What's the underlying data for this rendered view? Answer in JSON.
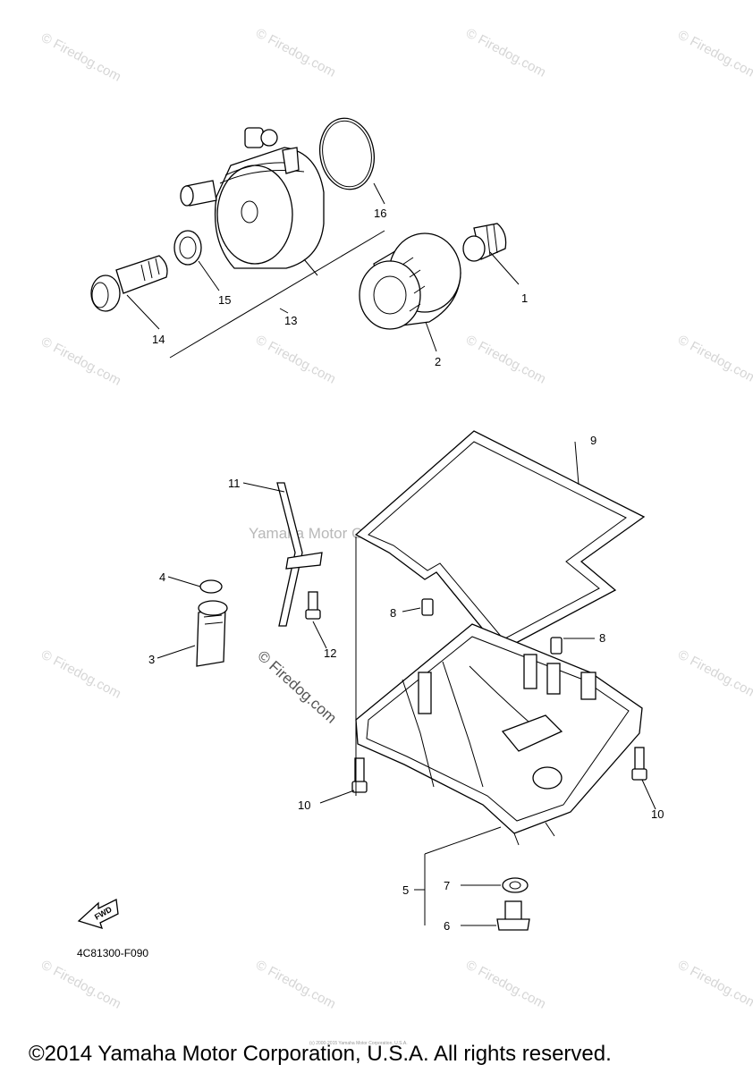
{
  "watermark": {
    "text": "© Firedog.com",
    "main_text": "© Firedog.com",
    "center_text": "Yamaha Motor Corp, U.S.A."
  },
  "diagram_code": "4C81300-F090",
  "fwd_label": "FWD",
  "copyright": "©2014 Yamaha Motor Corporation, U.S.A. All rights reserved.",
  "fine_print": "(c) 2000-2015 Yamaha Motor Corporation, U.S.A.",
  "callouts": {
    "c1": "1",
    "c2": "2",
    "c3": "3",
    "c4": "4",
    "c5": "5",
    "c6": "6",
    "c7": "7",
    "c8a": "8",
    "c8b": "8",
    "c9": "9",
    "c10a": "10",
    "c10b": "10",
    "c11": "11",
    "c12": "12",
    "c13": "13",
    "c14": "14",
    "c15": "15",
    "c16": "16"
  }
}
